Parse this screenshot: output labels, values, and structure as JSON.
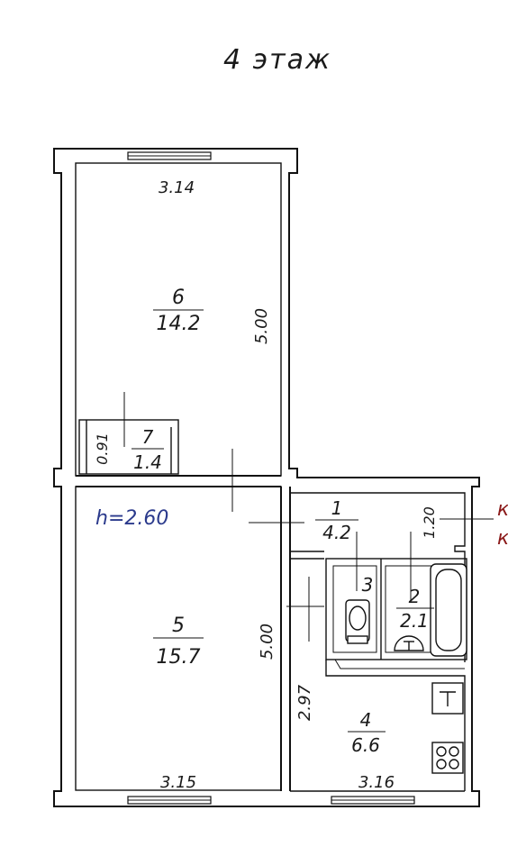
{
  "title": "4 этаж",
  "ceiling_height": "h=2.60",
  "colors": {
    "ink": "#111111",
    "height_label": "#2b3a8c",
    "edge_mark": "#8b1a1a"
  },
  "rooms": [
    {
      "number": "6",
      "area": "14.2"
    },
    {
      "number": "7",
      "area": "1.4"
    },
    {
      "number": "5",
      "area": "15.7"
    },
    {
      "number": "1",
      "area": "4.2"
    },
    {
      "number": "2",
      "area": "2.1"
    },
    {
      "number": "3",
      "area": ""
    },
    {
      "number": "4",
      "area": "6.6"
    }
  ],
  "dimensions": {
    "room6_width": "3.14",
    "room6_length": "5.00",
    "room7_width": "0.91",
    "room5_length": "5.00",
    "room5_width": "3.15",
    "room4_length": "2.97",
    "room4_width": "3.16",
    "room1_width": "1.20"
  },
  "edge_marks": [
    "к",
    "к"
  ],
  "icons": {
    "toilet": "toilet-icon",
    "sink": "sink-icon",
    "bathtub": "bathtub-icon",
    "stove": "stove-icon",
    "kitchen_sink": "kitchen-sink-icon"
  }
}
